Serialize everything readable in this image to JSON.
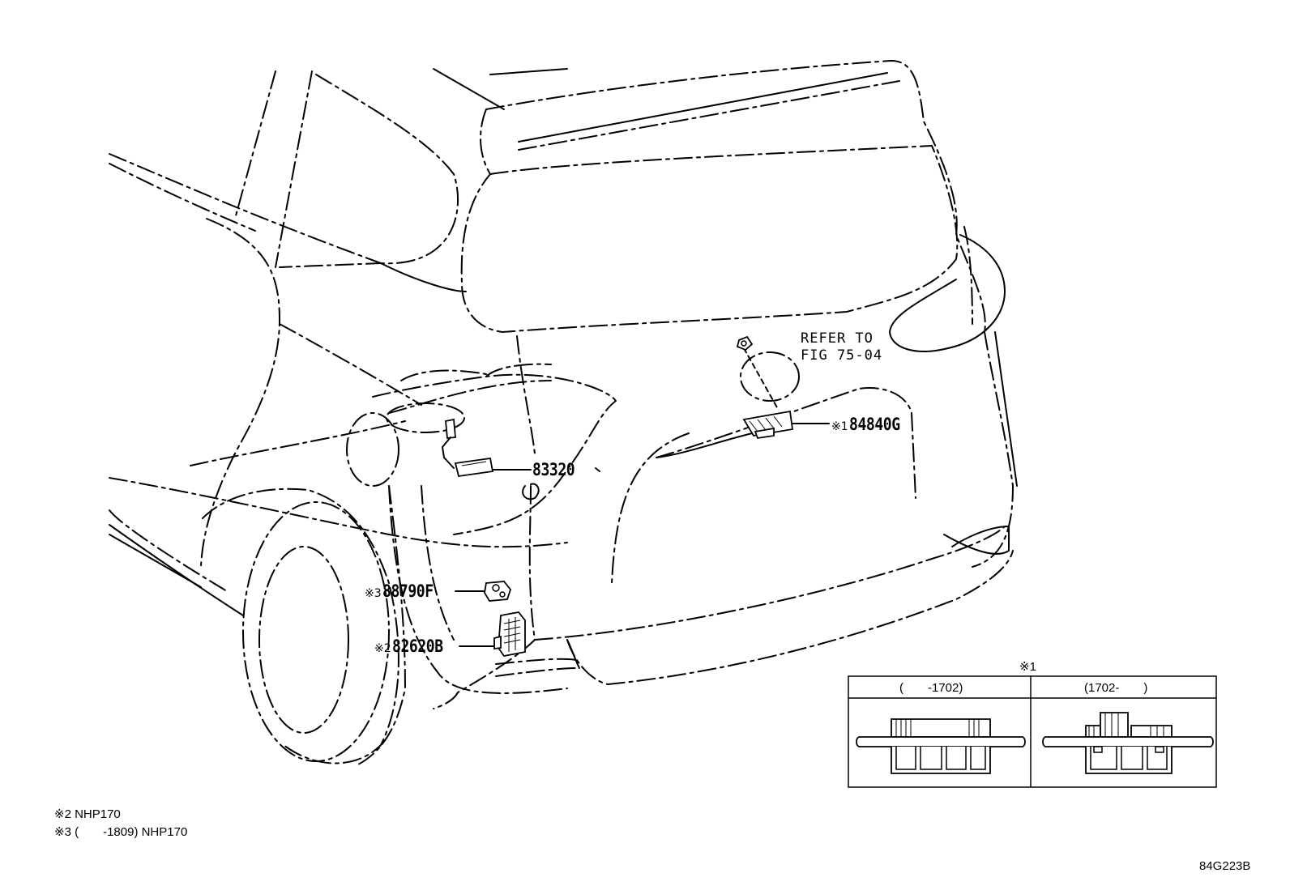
{
  "callouts": {
    "p84840g": {
      "mark": "※1",
      "number": "84840G"
    },
    "p83320": {
      "number": "83320"
    },
    "p88790f": {
      "mark": "※3",
      "number": "88790F"
    },
    "p82620b": {
      "mark": "※2",
      "number": "82620B"
    }
  },
  "refer": {
    "line1": "REFER TO",
    "line2": "FIG 75-04"
  },
  "inset": {
    "marker": "※1",
    "left_header": "(　　-1702)",
    "right_header": "(1702-　　)"
  },
  "notes": [
    "※2 NHP170",
    "※3 (　　-1809) NHP170"
  ],
  "figure_code": "84G223B"
}
